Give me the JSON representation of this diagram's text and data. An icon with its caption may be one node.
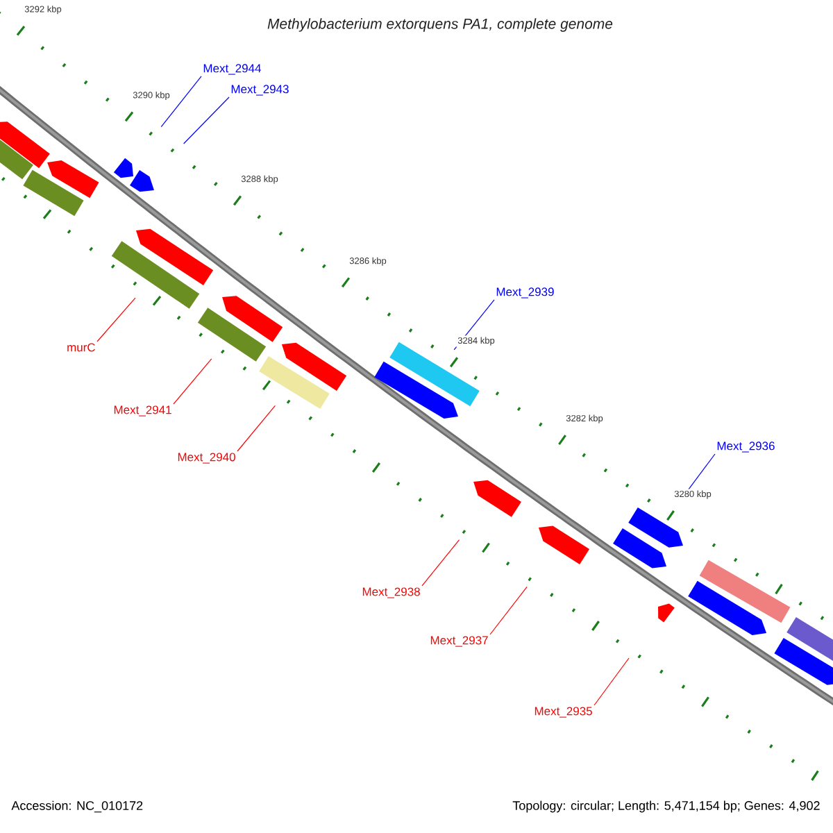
{
  "diagram": {
    "title": "Methylobacterium extorquens PA1, complete genome",
    "nodes": [
      {
        "text": [
          "Mext_2944"
        ]
      },
      {
        "text": [
          "Mext_2943"
        ]
      },
      {
        "text": [
          "murC"
        ]
      },
      {
        "text": [
          "Mext_2941"
        ]
      },
      {
        "text": [
          "Mext_2940"
        ]
      },
      {
        "text": [
          "Mext_2939"
        ]
      },
      {
        "text": [
          "Mext_2938"
        ]
      },
      {
        "text": [
          "Mext_2937"
        ]
      },
      {
        "text": [
          "Mext_2935"
        ]
      },
      {
        "text": [
          "Mext_2936"
        ]
      },
      {
        "text": [],
        "shape": "pentagon"
      },
      {
        "text": [],
        "shape": "box"
      },
      {
        "text": [],
        "shape": "pentagon"
      },
      {
        "text": [],
        "shape": "box"
      },
      {
        "text": [],
        "shape": "pentagon"
      },
      {
        "text": [],
        "shape": "pentagon"
      },
      {
        "text": [],
        "shape": "pentagon"
      },
      {
        "text": [],
        "shape": "box"
      },
      {
        "text": [],
        "shape": "pentagon"
      },
      {
        "text": [],
        "shape": "box"
      },
      {
        "text": [],
        "shape": "pentagon"
      },
      {
        "text": [],
        "shape": "box"
      },
      {
        "text": [],
        "shape": "box"
      },
      {
        "text": [],
        "shape": "pentagon"
      },
      {
        "text": [],
        "shape": "pentagon"
      },
      {
        "text": [],
        "shape": "pentagon"
      },
      {
        "text": [],
        "shape": "pentagon"
      },
      {
        "text": [],
        "shape": "pentagon"
      },
      {
        "text": [],
        "shape": "pentagon"
      },
      {
        "text": [],
        "shape": "box"
      },
      {
        "text": [],
        "shape": "pentagon"
      },
      {
        "text": [],
        "shape": "box"
      },
      {
        "text": [],
        "shape": "pentagon"
      }
    ],
    "edges": [
      {
        "from": 0,
        "to": 14,
        "arrow": "none",
        "color": "#0000ff"
      },
      {
        "from": 1,
        "to": 15,
        "arrow": "none",
        "color": "#0000ff"
      },
      {
        "from": 2,
        "to": 17,
        "arrow": "none"
      },
      {
        "from": 3,
        "to": 19,
        "arrow": "none"
      },
      {
        "from": 4,
        "to": 21,
        "arrow": "none"
      },
      {
        "from": 5,
        "to": 22,
        "arrow": "none",
        "color": "#0000ff"
      },
      {
        "from": 6,
        "to": 24,
        "arrow": "none"
      },
      {
        "from": 7,
        "to": 25,
        "arrow": "none"
      },
      {
        "from": 8,
        "to": 28,
        "arrow": "none"
      },
      {
        "from": 9,
        "to": 26,
        "arrow": "none",
        "color": "#0000ff"
      }
    ],
    "labels": [
      "3292 kbp",
      "3290 kbp",
      "3288 kbp",
      "3286 kbp",
      "3284 kbp",
      "3282 kbp",
      "3280 kbp",
      "Accession: NC_010172",
      "Topology: circular; Length: 5,471,154 bp; Genes: 4,902"
    ]
  }
}
